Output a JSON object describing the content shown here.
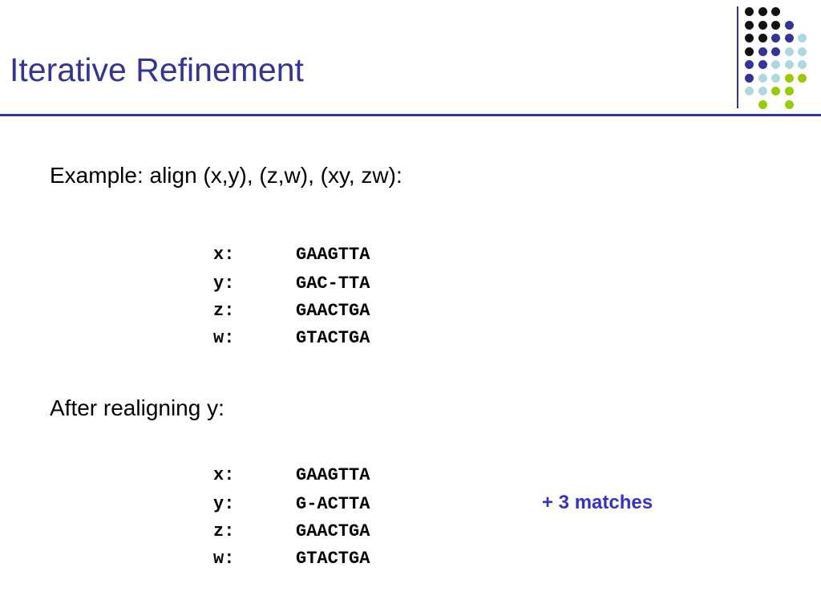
{
  "slide": {
    "title": "Iterative Refinement",
    "intro": "Example: align (x,y), (z,w), (xy, zw):",
    "alignment_before": [
      {
        "label": "x:",
        "sequence": "GAAGTTA"
      },
      {
        "label": "y:",
        "sequence": "GAC-TTA"
      },
      {
        "label": "z:",
        "sequence": "GAACTGA"
      },
      {
        "label": "w:",
        "sequence": "GTACTGA"
      }
    ],
    "after_text": "After realigning y:",
    "alignment_after": [
      {
        "label": "x:",
        "sequence": "GAAGTTA"
      },
      {
        "label": "y:",
        "sequence": "G-ACTTA"
      },
      {
        "label": "z:",
        "sequence": "GAACTGA"
      },
      {
        "label": "w:",
        "sequence": "GTACTGA"
      }
    ],
    "note": "+ 3 matches"
  },
  "colors": {
    "title": "#333399",
    "note": "#3333cc",
    "dot_black": "#111111",
    "dot_indigo": "#333399",
    "dot_lightblue": "#add8e0",
    "dot_lime": "#99cc00"
  },
  "decoration": {
    "dot_grid": [
      [
        "dot_black",
        "dot_black",
        "dot_black",
        null,
        null
      ],
      [
        "dot_black",
        "dot_black",
        "dot_black",
        "dot_indigo",
        null
      ],
      [
        "dot_black",
        "dot_black",
        "dot_indigo",
        "dot_indigo",
        "dot_lightblue"
      ],
      [
        "dot_black",
        "dot_indigo",
        "dot_indigo",
        "dot_lightblue",
        "dot_lightblue"
      ],
      [
        "dot_indigo",
        "dot_indigo",
        "dot_lightblue",
        "dot_lightblue",
        "dot_lightblue"
      ],
      [
        "dot_indigo",
        "dot_lightblue",
        "dot_lightblue",
        "dot_lime",
        "dot_lime"
      ],
      [
        "dot_lightblue",
        "dot_lightblue",
        "dot_lime",
        "dot_lime",
        null
      ],
      [
        null,
        "dot_lime",
        null,
        "dot_lime",
        null
      ]
    ]
  }
}
